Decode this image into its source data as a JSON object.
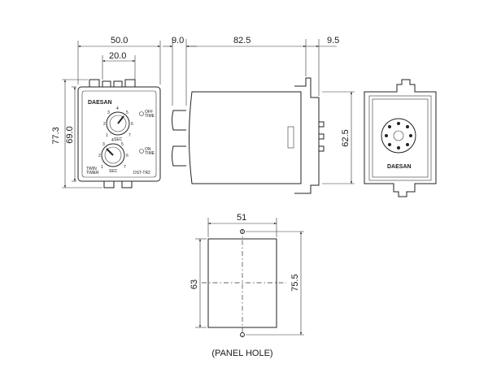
{
  "front_view": {
    "dim_width": "50.0",
    "dim_inner_width": "20.0",
    "dim_height_outer": "77.3",
    "dim_height_inner": "69.0",
    "brand": "DAESAN",
    "off_time_label": "OFF\nTIME",
    "on_time_label": "ON\nTIME",
    "sec_label": "SEC",
    "twin_timer_label": "TWIN\nTIMER",
    "model": "DST-TR2",
    "dial_scale": [
      "1",
      "2",
      "3",
      "4",
      "5",
      "6",
      "7"
    ]
  },
  "side_view": {
    "dim_left": "9.0",
    "dim_body": "82.5",
    "dim_right": "9.5",
    "dim_height": "62.5"
  },
  "back_view": {
    "brand": "DAESAN"
  },
  "panel_hole": {
    "dim_width": "51",
    "dim_height_hole": "63",
    "dim_height_pitch": "75.5",
    "caption": "(PANEL HOLE)"
  }
}
